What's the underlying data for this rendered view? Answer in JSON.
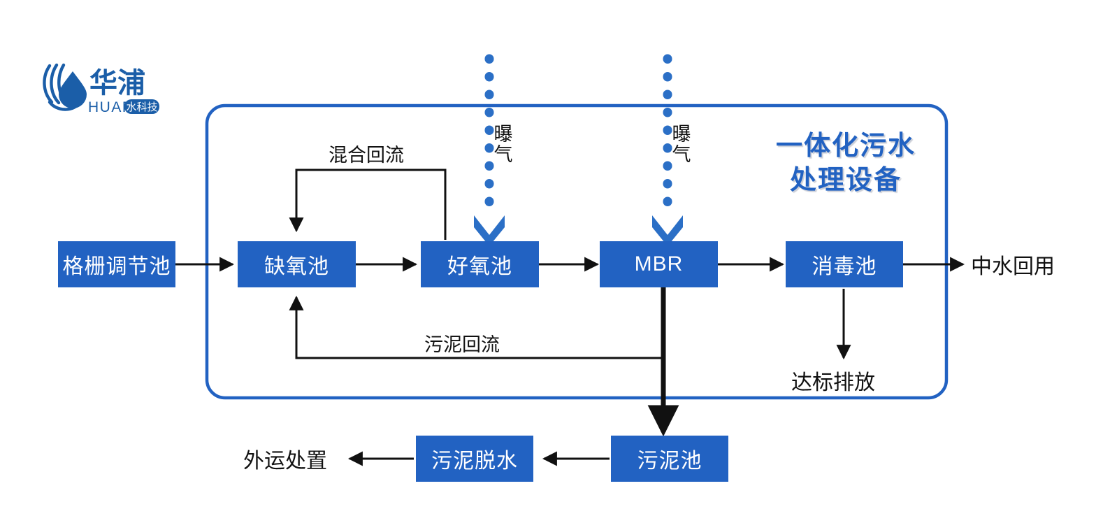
{
  "logo": {
    "name": "huapu-logo",
    "chinese": "华浦",
    "latin": "HUAPU",
    "tagline": "水科技",
    "color": "#1B5EA8"
  },
  "equipment": {
    "title_line1": "一体化污水",
    "title_line2": "处理设备",
    "color": "#2262C2"
  },
  "colors": {
    "box_blue": "#2262C2",
    "container_blue": "#2262C2",
    "arrow_black": "#111111",
    "aeration_blue": "#2B6FC6"
  },
  "boxes": [
    {
      "id": "grid-tank",
      "label": "格栅调节池"
    },
    {
      "id": "anoxic-tank",
      "label": "缺氧池"
    },
    {
      "id": "aerobic-tank",
      "label": "好氧池"
    },
    {
      "id": "mbr-tank",
      "label": "MBR"
    },
    {
      "id": "disinfection-tank",
      "label": "消毒池"
    },
    {
      "id": "sludge-tank",
      "label": "污泥池"
    },
    {
      "id": "sludge-dewater",
      "label": "污泥脱水"
    }
  ],
  "labels": {
    "reclaimed_water": "中水回用",
    "standard_discharge": "达标排放",
    "external_disposal": "外运处置"
  },
  "flows": {
    "mixed_return": "混合回流",
    "sludge_return": "污泥回流",
    "aeration_1": "曝气",
    "aeration_2": "曝气"
  }
}
